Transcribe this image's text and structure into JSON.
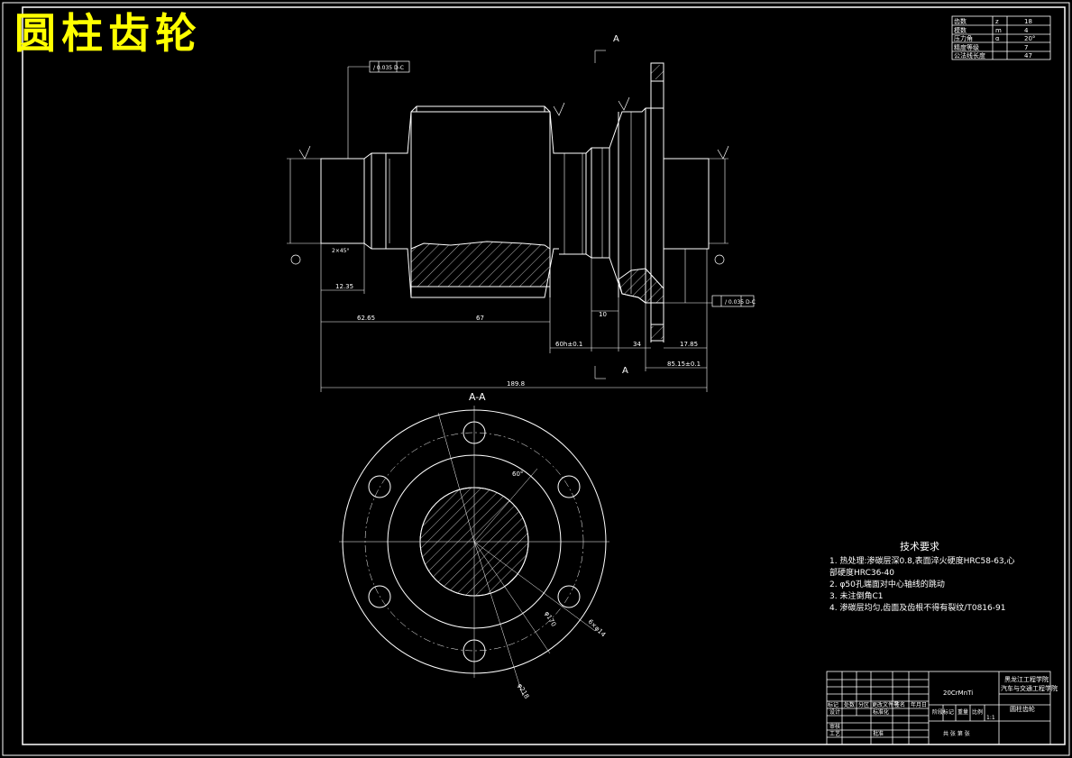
{
  "title": "圆柱齿轮",
  "section": {
    "label_top": "A",
    "label_bottom": "A",
    "view_label": "A-A"
  },
  "params_table": {
    "rows": [
      {
        "name": "齿数",
        "symbol": "z",
        "value": "18"
      },
      {
        "name": "模数",
        "symbol": "m",
        "value": "4"
      },
      {
        "name": "压力角",
        "symbol": "α",
        "value": "20°"
      },
      {
        "name": "精度等级",
        "symbol": "",
        "value": "7"
      },
      {
        "name": "公法线长度",
        "symbol": "",
        "value": "47"
      }
    ]
  },
  "tech_requirements": {
    "heading": "技术要求",
    "lines": [
      "1. 热处理:渗碳层深0.8,表面淬火硬度HRC58-63,心",
      "   部硬度HRC36-40",
      "2. φ50孔端面对中心轴线的跳动",
      "3. 未注倒角C1",
      "4. 渗碳层均匀,齿面及齿根不得有裂纹/T0816-91"
    ]
  },
  "title_block": {
    "material": "20CrMnTi",
    "school": "黑龙江工程学院",
    "dept": "汽车与交通工程学院",
    "part_name": "圆柱齿轮",
    "labels": {
      "mark": "标记",
      "count": "处数",
      "zone": "分区",
      "change_doc": "更改文件号",
      "sign": "签名",
      "date": "年月日",
      "design": "设计",
      "standard": "标准化",
      "review": "审核",
      "process": "工艺",
      "approve": "批准",
      "stage_mark": "阶段标记",
      "weight": "重量",
      "scale": "比例",
      "scale_value": "1:1",
      "sheets": "共 张 第 张"
    }
  }
}
